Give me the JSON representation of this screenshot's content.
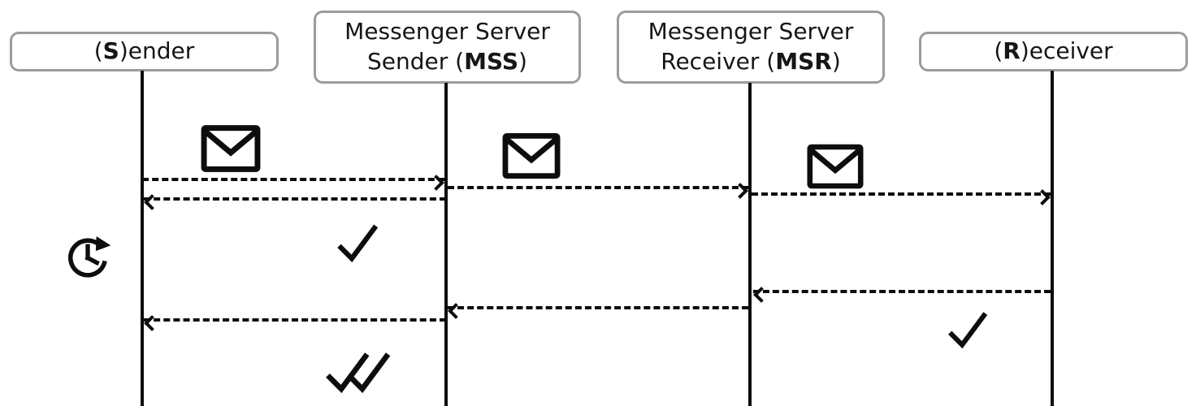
{
  "colors": {
    "line": "#0d0d0d",
    "box_border": "#9c9c9c",
    "box_fill": "#ffffff",
    "background": "#ffffff"
  },
  "actors": [
    {
      "id": "sender",
      "prefix": "(",
      "bold": "S",
      "suffix": ")ender"
    },
    {
      "id": "mss",
      "line1": "Messenger Server",
      "line2_prefix": "Sender (",
      "line2_bold": "MSS",
      "line2_suffix": ")"
    },
    {
      "id": "msr",
      "line1": "Messenger Server",
      "line2_prefix": "Receiver (",
      "line2_bold": "MSR",
      "line2_suffix": ")"
    },
    {
      "id": "receiver",
      "prefix": "(",
      "bold": "R",
      "suffix": ")eceiver"
    }
  ],
  "messages": [
    {
      "from": "sender",
      "to": "mss",
      "direction": "right",
      "icon": "envelope-icon"
    },
    {
      "from": "mss",
      "to": "msr",
      "direction": "right",
      "icon": "envelope-icon"
    },
    {
      "from": "msr",
      "to": "receiver",
      "direction": "right",
      "icon": "envelope-icon"
    },
    {
      "from": "mss",
      "to": "sender",
      "direction": "left",
      "icon": "check-icon"
    },
    {
      "from": "receiver",
      "to": "msr",
      "direction": "left",
      "icon": "check-icon"
    },
    {
      "from": "msr",
      "to": "mss",
      "direction": "left"
    },
    {
      "from": "mss",
      "to": "sender",
      "direction": "left",
      "icon": "double-check-icon"
    }
  ],
  "icons": [
    {
      "name": "envelope-icon"
    },
    {
      "name": "check-icon"
    },
    {
      "name": "double-check-icon"
    },
    {
      "name": "clock-retry-icon"
    }
  ]
}
